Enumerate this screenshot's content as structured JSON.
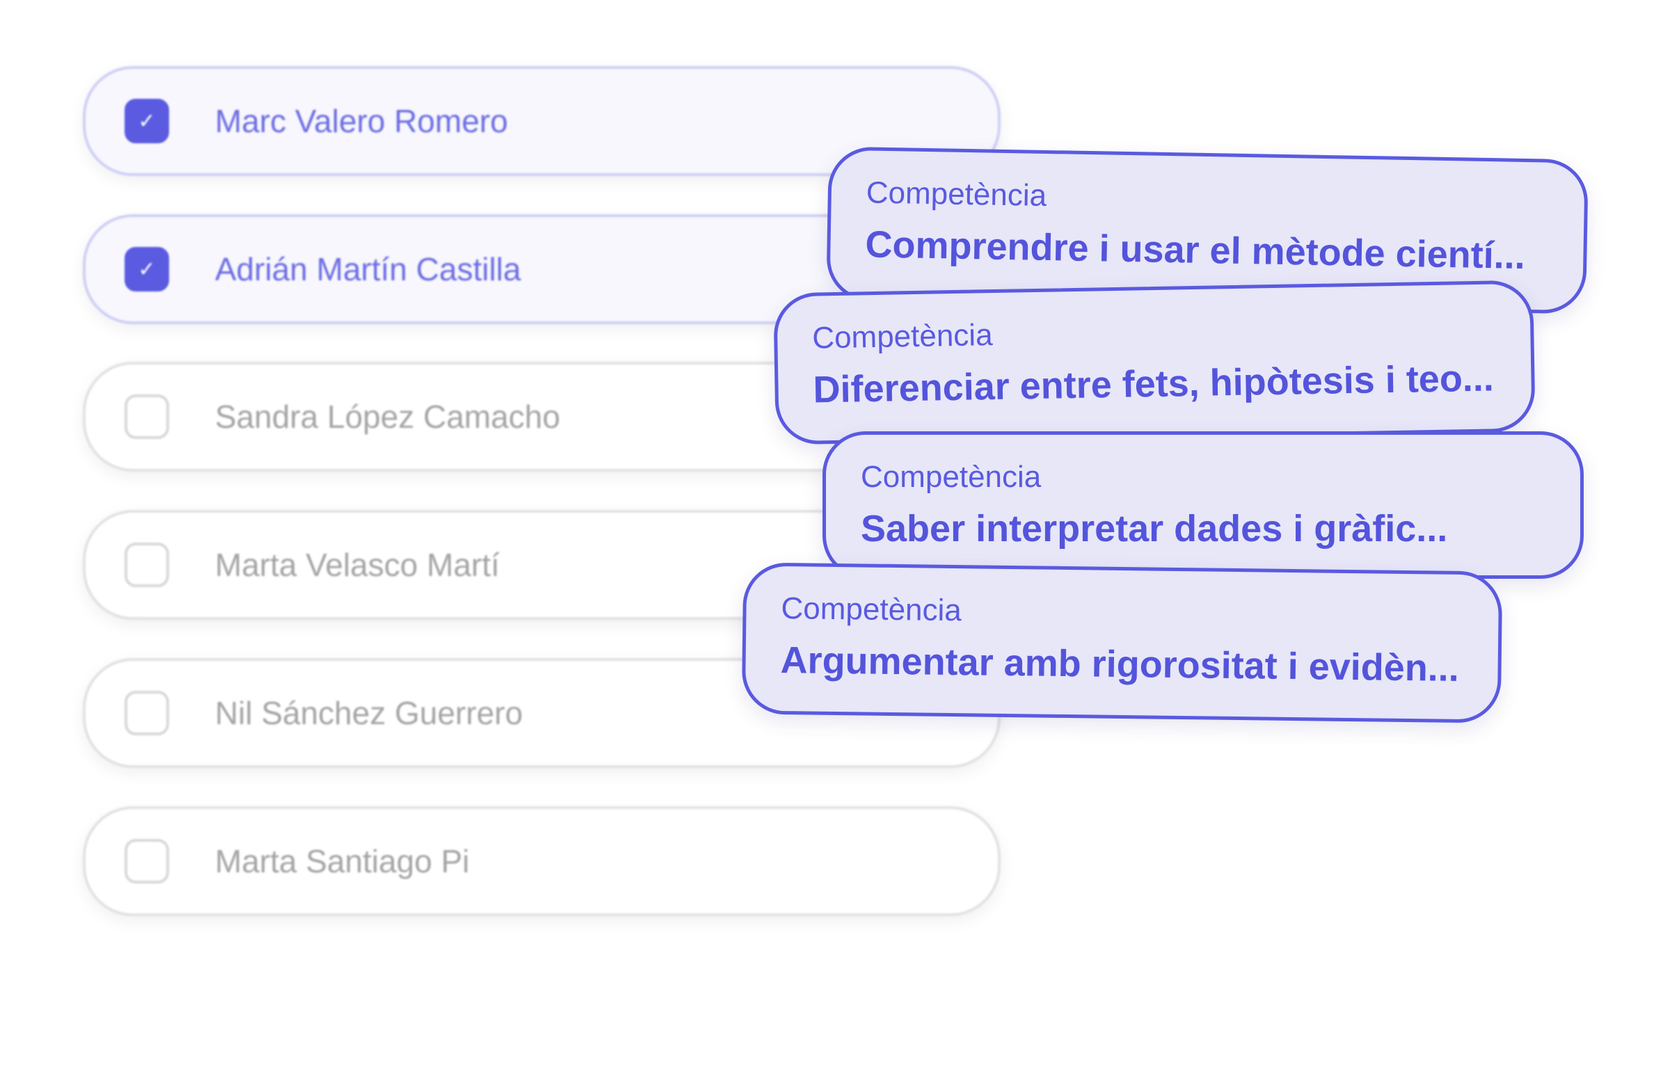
{
  "students": [
    {
      "name": "Marc Valero Romero",
      "checked": true
    },
    {
      "name": "Adrián Martín Castilla",
      "checked": true
    },
    {
      "name": "Sandra López Camacho",
      "checked": false
    },
    {
      "name": "Marta Velasco Martí",
      "checked": false
    },
    {
      "name": "Nil Sánchez Guerrero",
      "checked": false
    },
    {
      "name": "Marta Santiago Pi",
      "checked": false
    }
  ],
  "check_glyph": "✓",
  "competencies": [
    {
      "label": "Competència",
      "title": "Comprendre i usar el mètode cientí..."
    },
    {
      "label": "Competència",
      "title": "Diferenciar entre fets, hipòtesis i teo..."
    },
    {
      "label": "Competència",
      "title": "Saber interpretar dades i gràfic..."
    },
    {
      "label": "Competència",
      "title": "Argumentar amb rigorositat i evidèn..."
    }
  ],
  "colors": {
    "accent": "#5a5ae0",
    "card_bg": "#e7e7f8"
  }
}
